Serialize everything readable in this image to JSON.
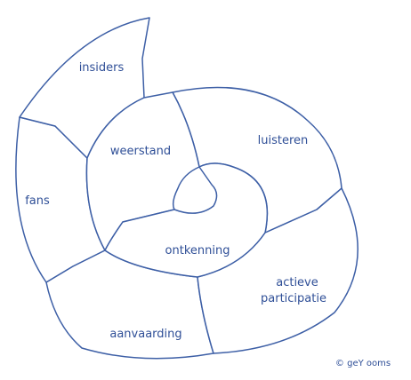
{
  "diagram": {
    "stroke_color": "#3d5fa6",
    "text_color": "#2f4f97",
    "segments": [
      {
        "id": "insiders",
        "label": "insiders"
      },
      {
        "id": "weerstand",
        "label": "weerstand"
      },
      {
        "id": "luisteren",
        "label": "luisteren"
      },
      {
        "id": "fans",
        "label": "fans"
      },
      {
        "id": "ontkenning",
        "label": "ontkenning"
      },
      {
        "id": "actieve-participatie",
        "label": "actieve participatie",
        "lines": [
          "actieve",
          "participatie"
        ]
      },
      {
        "id": "aanvaarding",
        "label": "aanvaarding"
      }
    ],
    "credit": "© geY ooms"
  }
}
